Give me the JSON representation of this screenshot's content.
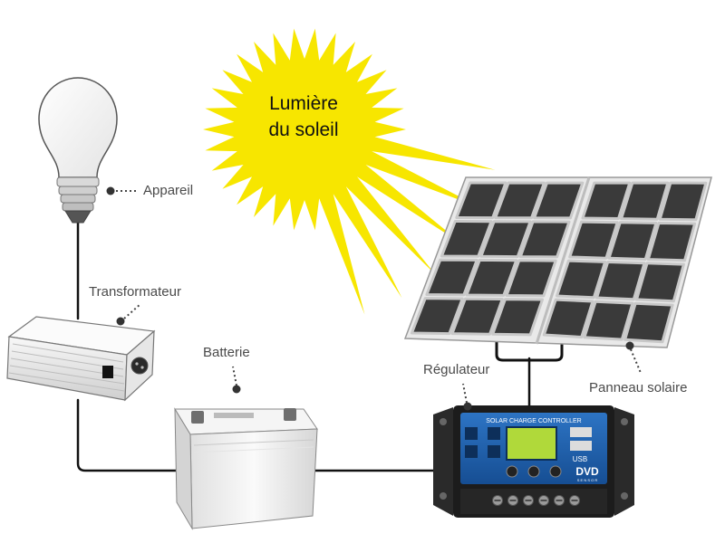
{
  "sun": {
    "line1": "Lumière",
    "line2": "du soleil",
    "color": "#f7e600"
  },
  "labels": {
    "appliance": "Appareil",
    "inverter": "Transformateur",
    "battery": "Batterie",
    "controller": "Régulateur",
    "panel": "Panneau solaire"
  },
  "controller": {
    "title": "SOLAR CHARGE CONTROLLER",
    "usb": "USB",
    "brand": "DVD",
    "brand_sub": "S E N S O R"
  },
  "colors": {
    "wire": "#111111",
    "panel_cell": "#3a3a3a",
    "controller_face": "#1f5fa8",
    "label": "#4a4a4a"
  }
}
